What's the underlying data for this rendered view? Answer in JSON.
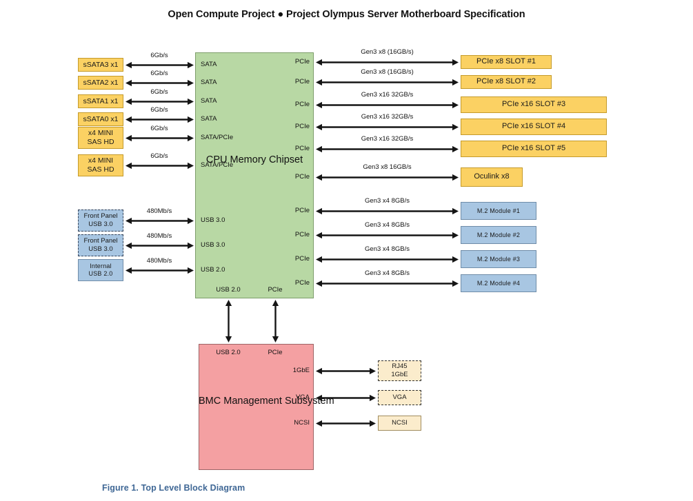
{
  "page": {
    "title": "Open Compute Project ● Project Olympus Server Motherboard Specification",
    "caption": "Figure 1.  Top Level Block Diagram"
  },
  "colors": {
    "yellow_fill": "#fbd163",
    "yellow_border": "#c49a2a",
    "green_fill": "#b8d8a4",
    "green_border": "#7d9d6a",
    "red_fill": "#f4a0a2",
    "red_border": "#9c6365",
    "blue_fill": "#a8c6e2",
    "blue_border": "#6f8ca8",
    "cream_fill": "#fbeccc",
    "cream_border": "#a08b5e",
    "caption_blue": "#3f6795",
    "arrow_black": "#151515"
  },
  "cpu": {
    "line1": "CPU",
    "line2": "Memory",
    "line3": "Chipset",
    "left_ports": [
      "SATA",
      "SATA",
      "SATA",
      "SATA",
      "SATA/PCIe",
      "SATA/PCIe",
      "USB 3.0",
      "USB 3.0",
      "USB 2.0"
    ],
    "right_ports": [
      "PCIe",
      "PCIe",
      "PCIe",
      "PCIe",
      "PCIe",
      "PCIe",
      "PCIe",
      "PCIe",
      "PCIe",
      "PCIe"
    ],
    "bottom_ports": [
      "USB 2.0",
      "PCIe"
    ]
  },
  "bmc": {
    "line1": "BMC",
    "line2": "Management",
    "line3": "Subsystem",
    "top_ports": [
      "USB 2.0",
      "PCIe"
    ],
    "right_ports": [
      "1GbE",
      "VGA",
      "NCSI"
    ]
  },
  "left_devices": [
    {
      "id": "ssata3",
      "label1": "sSATA3 x1",
      "label2": "",
      "speed": "6Gb/s"
    },
    {
      "id": "ssata2",
      "label1": "sSATA2 x1",
      "label2": "",
      "speed": "6Gb/s"
    },
    {
      "id": "ssata1",
      "label1": "sSATA1 x1",
      "label2": "",
      "speed": "6Gb/s"
    },
    {
      "id": "ssata0",
      "label1": "sSATA0 x1",
      "label2": "",
      "speed": "6Gb/s"
    },
    {
      "id": "sas-hd-1",
      "label1": "x4 MINI",
      "label2": "SAS HD",
      "speed": "6Gb/s"
    },
    {
      "id": "sas-hd-2",
      "label1": "x4 MINI",
      "label2": "SAS HD",
      "speed": "6Gb/s"
    }
  ],
  "usb_devices": [
    {
      "id": "front-panel-usb3-1",
      "label1": "Front Panel",
      "label2": "USB 3.0",
      "speed": "480Mb/s",
      "style": "dashed"
    },
    {
      "id": "front-panel-usb3-2",
      "label1": "Front Panel",
      "label2": "USB 3.0",
      "speed": "480Mb/s",
      "style": "dashed"
    },
    {
      "id": "internal-usb2",
      "label1": "Internal",
      "label2": "USB 2.0",
      "speed": "480Mb/s",
      "style": "solid"
    }
  ],
  "right_devices": [
    {
      "id": "pcie-x8-slot-1",
      "label": "PCIe x8 SLOT #1",
      "speed": "Gen3 x8 (16GB/s)"
    },
    {
      "id": "pcie-x8-slot-2",
      "label": "PCIe x8 SLOT #2",
      "speed": "Gen3 x8 (16GB/s)"
    },
    {
      "id": "pcie-x16-slot-3",
      "label": "PCIe x16 SLOT #3",
      "speed": "Gen3 x16 32GB/s"
    },
    {
      "id": "pcie-x16-slot-4",
      "label": "PCIe x16 SLOT #4",
      "speed": "Gen3 x16 32GB/s"
    },
    {
      "id": "pcie-x16-slot-5",
      "label": "PCIe x16 SLOT #5",
      "speed": "Gen3 x16 32GB/s"
    },
    {
      "id": "oculink-x8",
      "label": "Oculink x8",
      "speed": "Gen3 x8 16GB/s"
    }
  ],
  "m2_devices": [
    {
      "id": "m2-module-1",
      "label": "M.2 Module #1",
      "speed": "Gen3 x4 8GB/s"
    },
    {
      "id": "m2-module-2",
      "label": "M.2 Module #2",
      "speed": "Gen3 x4 8GB/s"
    },
    {
      "id": "m2-module-3",
      "label": "M.2 Module #3",
      "speed": "Gen3 x4 8GB/s"
    },
    {
      "id": "m2-module-4",
      "label": "M.2 Module #4",
      "speed": "Gen3 x4 8GB/s"
    }
  ],
  "bmc_devices": [
    {
      "id": "rj45-1gbe",
      "label1": "RJ45",
      "label2": "1GbE",
      "style": "dashed"
    },
    {
      "id": "vga",
      "label1": "VGA",
      "label2": "",
      "style": "dashed"
    },
    {
      "id": "ncsi",
      "label1": "NCSI",
      "label2": "",
      "style": "solid"
    }
  ]
}
